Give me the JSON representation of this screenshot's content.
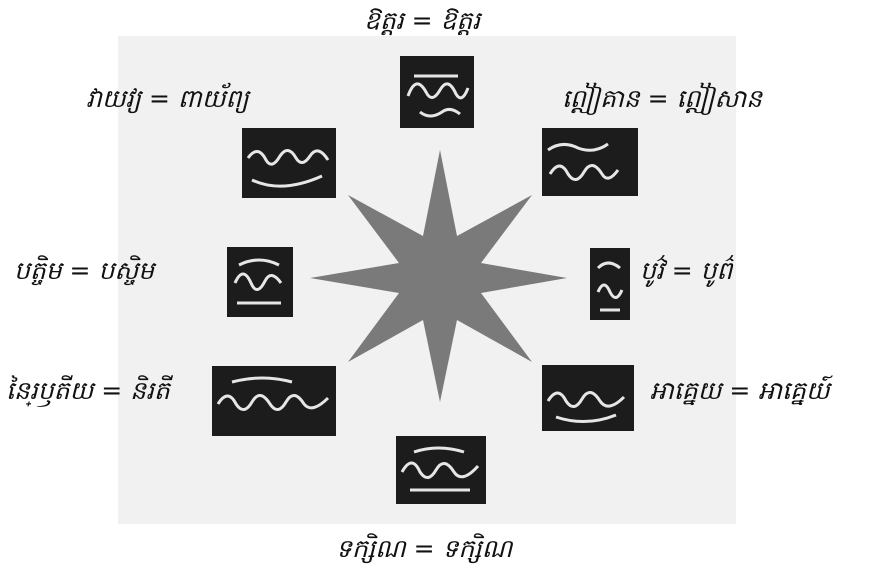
{
  "center_symbol": "eight-pointed-star",
  "star_color": "#7a7a7a",
  "labels": {
    "top": "ឱត្តរ = ឱត្តរ",
    "top_left": "វាយវ្យ = ពាយ័ព្យ",
    "top_right": "ឦៀគាន = ឦៀសាន",
    "left": "បត្ចិម = បស្ចិម",
    "right": "បូវ៌ = បូព៌",
    "bottom_left": "នៃរ្ឫតីយ = និរតី",
    "bottom_right": "អាគ្នេយ = អាគ្នេយ៍",
    "bottom": "ទក្សិណ = ទក្សិណ"
  },
  "inscriptions": [
    {
      "name": "inscription-north",
      "icon": "stone-inscription-fragment"
    },
    {
      "name": "inscription-northwest",
      "icon": "stone-inscription-fragment"
    },
    {
      "name": "inscription-northeast",
      "icon": "stone-inscription-fragment"
    },
    {
      "name": "inscription-west",
      "icon": "stone-inscription-fragment"
    },
    {
      "name": "inscription-east",
      "icon": "stone-inscription-fragment"
    },
    {
      "name": "inscription-southwest",
      "icon": "stone-inscription-fragment"
    },
    {
      "name": "inscription-southeast",
      "icon": "stone-inscription-fragment"
    },
    {
      "name": "inscription-south",
      "icon": "stone-inscription-fragment"
    }
  ]
}
